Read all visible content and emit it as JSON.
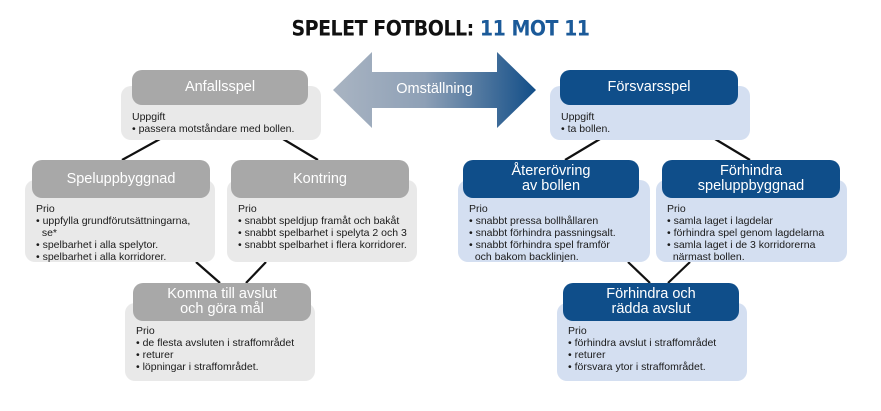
{
  "title": {
    "part1": "SPELET FOTBOLL:",
    "part2": "11 MOT 11"
  },
  "arrow": {
    "label": "Omställning"
  },
  "colors": {
    "gray_head": "#a8a8a8",
    "gray_panel": "#e9e9e9",
    "blue_head": "#0f4e8a",
    "blue_panel": "#d4dff1",
    "arrow_gray": "#a9b4c2",
    "arrow_blue": "#124e88"
  },
  "attack": {
    "heading": "Anfallsspel",
    "label": "Uppgift",
    "items": [
      "• passera motståndare med bollen."
    ]
  },
  "build": {
    "heading": "Speluppbyggnad",
    "label": "Prio",
    "items": [
      "• uppfylla grundförutsättningarna,",
      "  se*",
      "• spelbarhet i alla spelytor.",
      "• spelbarhet i alla korridorer."
    ]
  },
  "counter": {
    "heading": "Kontring",
    "label": "Prio",
    "items": [
      "• snabbt speldjup framåt och bakåt",
      "• snabbt spelbarhet i spelyta 2 och 3",
      "• snabbt spelbarhet i flera korridorer."
    ]
  },
  "finish": {
    "heading_line1": "Komma till avslut",
    "heading_line2": "och göra mål",
    "label": "Prio",
    "items": [
      "• de flesta avsluten i straffområdet",
      "• returer",
      "• löpningar i straffområdet."
    ]
  },
  "defense": {
    "heading": "Försvarsspel",
    "label": "Uppgift",
    "items": [
      "• ta bollen."
    ]
  },
  "recover": {
    "heading_line1": "Återerövring",
    "heading_line2": "av bollen",
    "label": "Prio",
    "items": [
      "• snabbt pressa bollhållaren",
      "• snabbt förhindra passningsalt.",
      "• snabbt förhindra spel framför",
      "  och bakom backlinjen."
    ]
  },
  "prevent_build": {
    "heading_line1": "Förhindra",
    "heading_line2": "speluppbyggnad",
    "label": "Prio",
    "items": [
      "• samla laget i lagdelar",
      "• förhindra spel genom lagdelarna",
      "• samla laget i de 3 korridorerna",
      "  närmast bollen."
    ]
  },
  "prevent_finish": {
    "heading_line1": "Förhindra och",
    "heading_line2": "rädda avslut",
    "label": "Prio",
    "items": [
      "• förhindra avslut i straffområdet",
      "• returer",
      "• försvara ytor i straffområdet."
    ]
  }
}
